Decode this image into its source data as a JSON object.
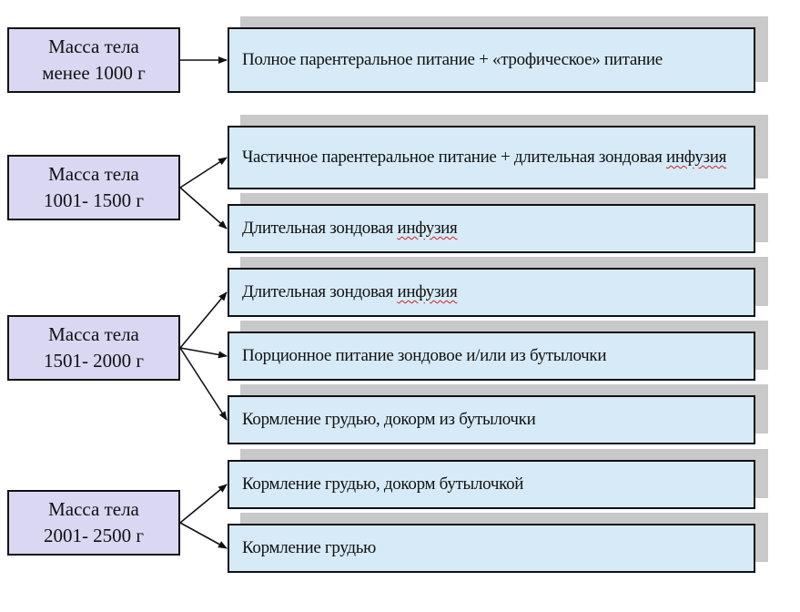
{
  "groups": [
    {
      "weight": "Масса тела\nменее 1000 г",
      "options": [
        "Полное парентеральное питание + «трофическое» питание"
      ]
    },
    {
      "weight": "Масса тела\n1001- 1500 г",
      "options": [
        "Частичное парентеральное питание + длительная зондовая инфузия",
        "Длительная зондовая инфузия"
      ]
    },
    {
      "weight": "Масса тела\n1501- 2000 г",
      "options": [
        "Длительная зондовая инфузия",
        "Порционное питание  зондовое и/или из бутылочки",
        "Кормление грудью, докорм из бутылочки"
      ]
    },
    {
      "weight": "Масса тела\n2001- 2500 г",
      "options": [
        "Кормление грудью, докорм бутылочкой",
        "Кормление грудью"
      ]
    }
  ],
  "colors": {
    "weight_fill": "#d9d7f2",
    "option_fill": "#d6ebf7",
    "border": "#111111",
    "shadow": "#c9c9c9"
  }
}
